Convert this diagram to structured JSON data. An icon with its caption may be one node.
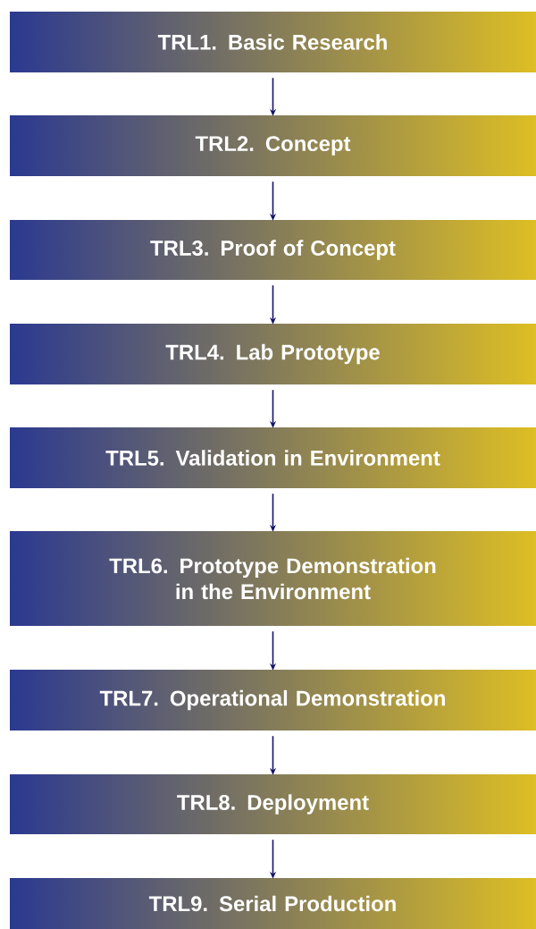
{
  "diagram": {
    "nodes": [
      {
        "text": [
          "TRL1. Basic Research"
        ]
      },
      {
        "text": [
          "TRL2. Concept"
        ]
      },
      {
        "text": [
          "TRL3. Proof of Concept"
        ]
      },
      {
        "text": [
          "TRL4. Lab Prototype"
        ]
      },
      {
        "text": [
          "TRL5. Validation in Environment"
        ]
      },
      {
        "text": [
          "TRL6. Prototype Demonstration in the Environment"
        ]
      },
      {
        "text": [
          "TRL7. Operational Demonstration"
        ]
      },
      {
        "text": [
          "TRL8. Deployment"
        ]
      },
      {
        "text": [
          "TRL9. Serial Production"
        ]
      }
    ],
    "edges": [
      {
        "from": 0,
        "to": 1,
        "arrow": "to"
      },
      {
        "from": 1,
        "to": 2,
        "arrow": "to"
      },
      {
        "from": 2,
        "to": 3,
        "arrow": "to"
      },
      {
        "from": 3,
        "to": 4,
        "arrow": "to"
      },
      {
        "from": 4,
        "to": 5,
        "arrow": "to"
      },
      {
        "from": 5,
        "to": 6,
        "arrow": "to"
      },
      {
        "from": 6,
        "to": 7,
        "arrow": "to"
      },
      {
        "from": 7,
        "to": 8,
        "arrow": "to"
      }
    ]
  }
}
